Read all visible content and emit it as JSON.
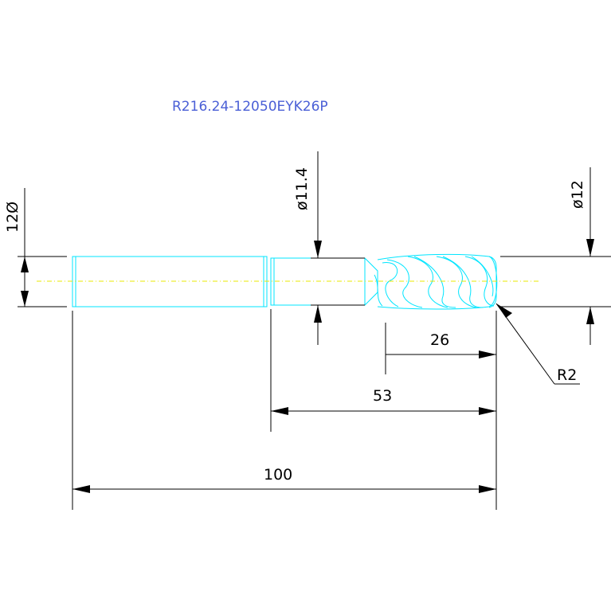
{
  "drawing": {
    "part_number": "R216.24-12050EYK26P",
    "colors": {
      "title": "#4a5fd6",
      "tool_outline": "#00e5ff",
      "center_line": "#e8e800",
      "dimension": "#000000"
    },
    "dimensions": {
      "shank_diameter": "12Ø",
      "neck_diameter": "ø11.4",
      "cutting_diameter": "ø12",
      "flute_length": "26",
      "reach_length": "53",
      "overall_length": "100",
      "corner_radius": "R2"
    }
  }
}
